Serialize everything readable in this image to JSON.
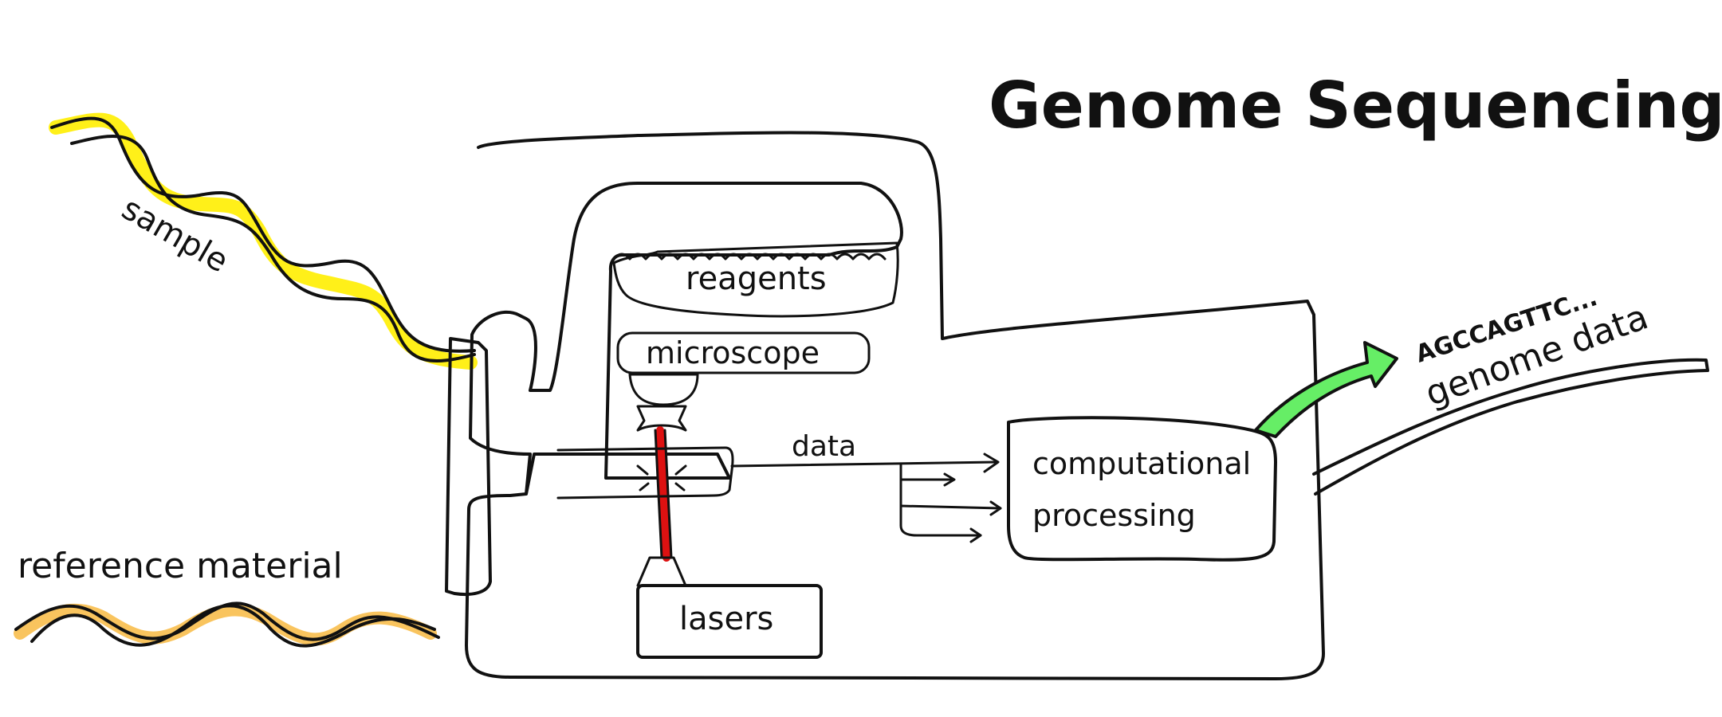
{
  "title": "Genome Sequencing",
  "colors": {
    "machine": "#e2dbee",
    "reagents": "#c7dafa",
    "lasers": "#fafac8",
    "processing": "#dcfab4",
    "output_arrow": "#66ee66",
    "sample_highlight": "#ffee00",
    "reference_highlight": "#f9c45e",
    "laser_beam": "#dd1111",
    "lens": "#c8f4f8",
    "objective": "#b0b0b0"
  },
  "inputs": {
    "sample_label": "sample",
    "reference_label": "reference material"
  },
  "machine": {
    "reagents_label": "reagents",
    "microscope_label": "microscope",
    "lasers_label": "lasers",
    "data_label": "data",
    "processing_line1": "computational",
    "processing_line2": "processing"
  },
  "output": {
    "sequence": "AGCCAGTTC...",
    "label": "genome data"
  }
}
